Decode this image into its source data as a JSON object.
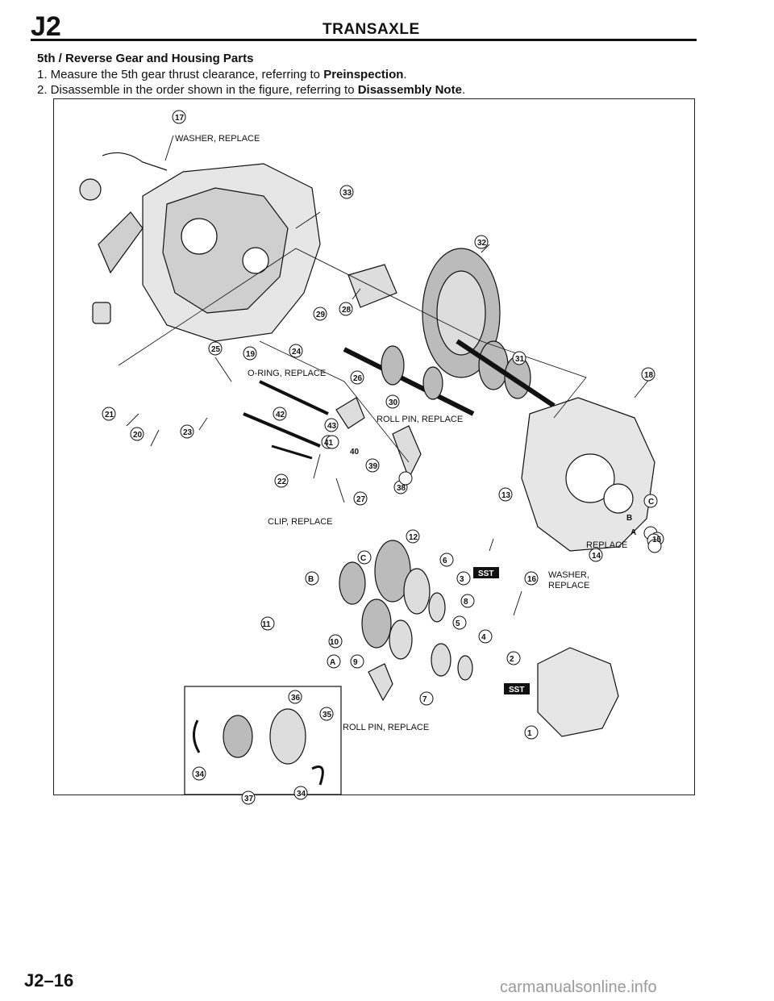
{
  "header": {
    "code": "J2",
    "title": "TRANSAXLE"
  },
  "section": {
    "title": "5th / Reverse Gear and Housing Parts",
    "steps": [
      {
        "prefix": "1. Measure the 5th gear thrust clearance, referring to ",
        "ref": "Preinspection",
        "suffix": "."
      },
      {
        "prefix": "2. Disassemble in the order shown in the figure, referring to ",
        "ref": "Disassembly Note",
        "suffix": "."
      }
    ]
  },
  "figure": {
    "labels": {
      "washer_replace_top": "WASHER, REPLACE",
      "oring_replace": "O-RING, REPLACE",
      "roll_pin_replace_1": "ROLL PIN, REPLACE",
      "clip_replace": "CLIP, REPLACE",
      "replace": "REPLACE",
      "washer": "WASHER,",
      "replace_2": "REPLACE",
      "roll_pin_replace_2": "ROLL PIN, REPLACE",
      "sst": "SST"
    },
    "callouts": {
      "n1": "1",
      "n2": "2",
      "n3": "3",
      "n4": "4",
      "n5": "5",
      "n6": "6",
      "n7": "7",
      "n8": "8",
      "n9": "9",
      "n10": "10",
      "n11": "11",
      "n12": "12",
      "n13": "13",
      "n14": "14",
      "n15": "15",
      "n16": "16",
      "n17": "17",
      "n18": "18",
      "n19": "19",
      "n20": "20",
      "n21": "21",
      "n22": "22",
      "n23": "23",
      "n24": "24",
      "n25": "25",
      "n26": "26",
      "n27": "27",
      "n28": "28",
      "n29": "29",
      "n30": "30",
      "n31": "31",
      "n32": "32",
      "n33": "33",
      "n34": "34",
      "n35": "35",
      "n36": "36",
      "n37": "37",
      "n38": "38",
      "n39": "39",
      "n40": "40",
      "n41": "41",
      "n42": "42",
      "n43": "43",
      "A": "A",
      "B": "B",
      "C": "C"
    }
  },
  "footer": {
    "page": "J2–16",
    "watermark": "carmanualsonline.info"
  }
}
